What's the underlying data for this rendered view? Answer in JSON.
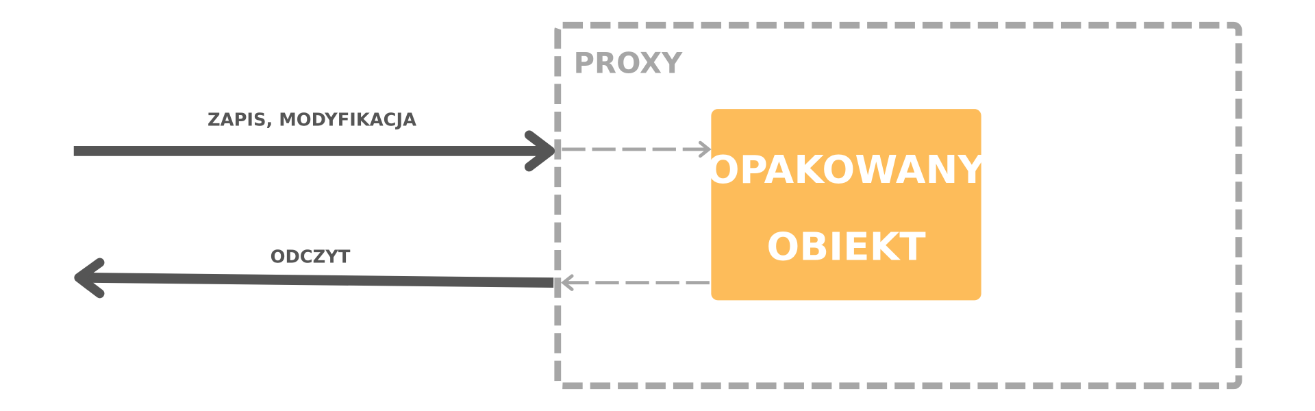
{
  "proxy": {
    "label": "PROXY"
  },
  "wrapped_object": {
    "line1": "OPAKOWANY",
    "line2": "OBIEKT"
  },
  "arrows": {
    "write": {
      "label": "ZAPIS, MODYFIKACJA"
    },
    "read": {
      "label": "ODCZYT"
    }
  },
  "colors": {
    "proxy_border": "#a6a6a6",
    "object_fill": "#fdbc5a",
    "arrow": "#555555",
    "object_text": "#ffffff"
  }
}
